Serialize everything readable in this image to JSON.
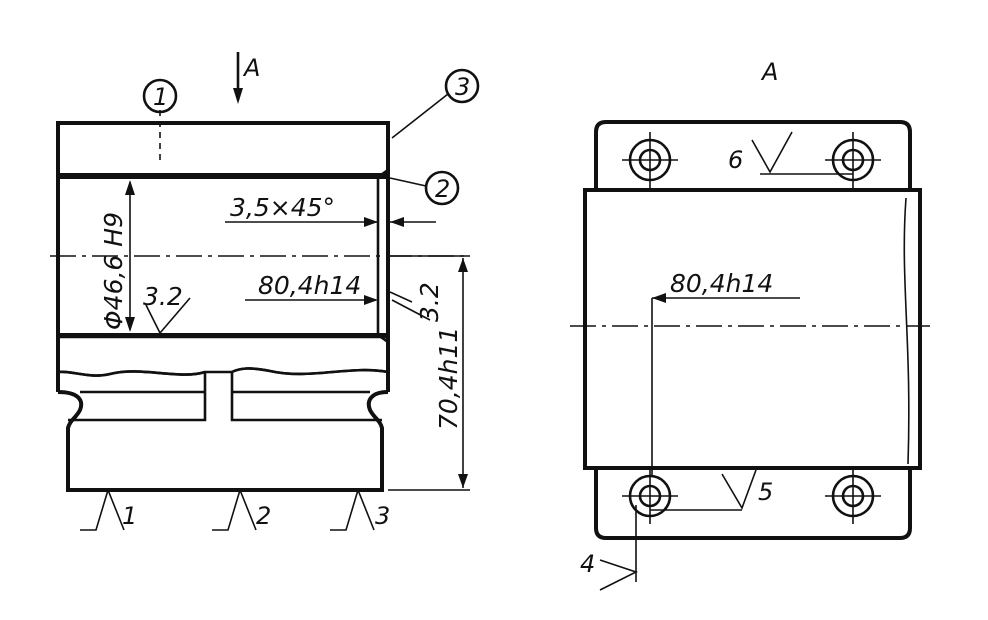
{
  "view_arrow_label": "A",
  "view_title": "A",
  "balloons": [
    "1",
    "2",
    "3"
  ],
  "dimensions": {
    "diameter": "Φ46,6 H9",
    "chamfer": "3,5×45°",
    "length_left": "80,4h14",
    "height": "70,4h11",
    "length_right": "80,4h14"
  },
  "roughness": {
    "bore": "3.2",
    "face": "3.2"
  },
  "surface_marks": [
    "1",
    "2",
    "3",
    "4",
    "5",
    "6"
  ]
}
